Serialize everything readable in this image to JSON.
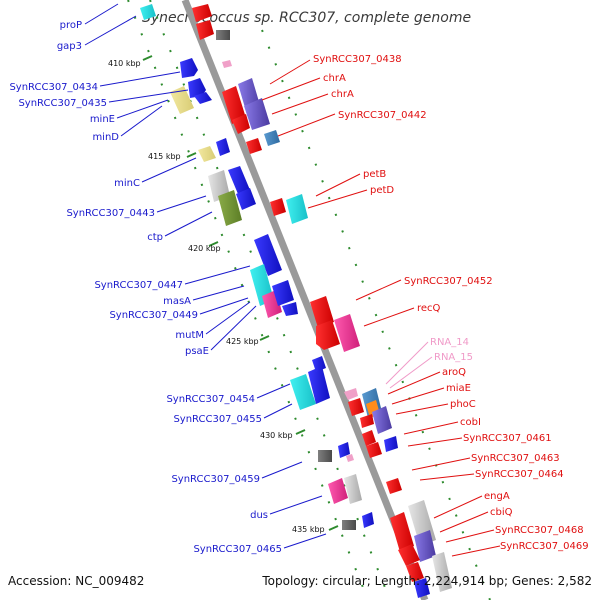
{
  "title": "Synechococcus sp. RCC307, complete genome",
  "footer": {
    "accession": "Accession: NC_009482",
    "topology": "Topology: circular; Length: 2,224,914 bp; Genes: 2,582"
  },
  "scale_labels": [
    "410 kbp",
    "415 kbp",
    "420 kbp",
    "425 kbp",
    "430 kbp",
    "435 kbp"
  ],
  "left_labels": [
    "proP",
    "gap3",
    "SynRCC307_0434",
    "SynRCC307_0435",
    "minE",
    "minD",
    "minC",
    "SynRCC307_0443",
    "ctp",
    "SynRCC307_0447",
    "masA",
    "SynRCC307_0449",
    "mutM",
    "psaE",
    "SynRCC307_0454",
    "SynRCC307_0455",
    "SynRCC307_0459",
    "dus",
    "SynRCC307_0465"
  ],
  "right_labels": [
    "SynRCC307_0438",
    "chrA",
    "chrA",
    "SynRCC307_0442",
    "petB",
    "petD",
    "SynRCC307_0452",
    "recQ",
    "RNA_14",
    "RNA_15",
    "aroQ",
    "miaE",
    "phoC",
    "cobI",
    "SynRCC307_0461",
    "SynRCC307_0463",
    "SynRCC307_0464",
    "engA",
    "cbiQ",
    "SynRCC307_0468",
    "SynRCC307_0469"
  ],
  "colors": {
    "backbone": "#9a9a9a",
    "left_label": "#1a1acc",
    "right_label": "#e01010",
    "rna_label": "#f09ac8",
    "tick": "#2e8b2e"
  }
}
